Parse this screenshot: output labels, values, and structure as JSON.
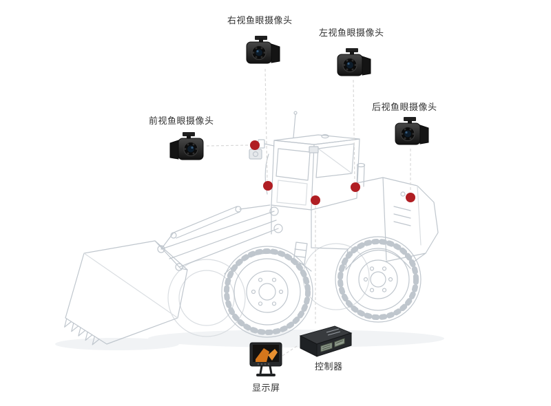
{
  "diagram": {
    "components": {
      "right_camera": {
        "label": "右视鱼眼摄像头",
        "type": "fisheye camera"
      },
      "left_camera": {
        "label": "左视鱼眼摄像头",
        "type": "fisheye camera"
      },
      "rear_camera": {
        "label": "后视鱼眼摄像头",
        "type": "fisheye camera"
      },
      "front_camera": {
        "label": "前视鱼眼摄像头",
        "type": "fisheye camera"
      },
      "controller": {
        "label": "控制器",
        "type": "control box"
      },
      "display": {
        "label": "显示屏",
        "type": "monitor"
      }
    },
    "vehicle": "wheel loader line drawing",
    "marker_count": 5
  },
  "colors": {
    "background": "#ffffff",
    "position_marker": "#b01e23",
    "wireframe": "#bfc6cd",
    "wireframe_light": "#d9dde1",
    "leader_line": "#d8d8d8",
    "label_text": "#333333"
  }
}
